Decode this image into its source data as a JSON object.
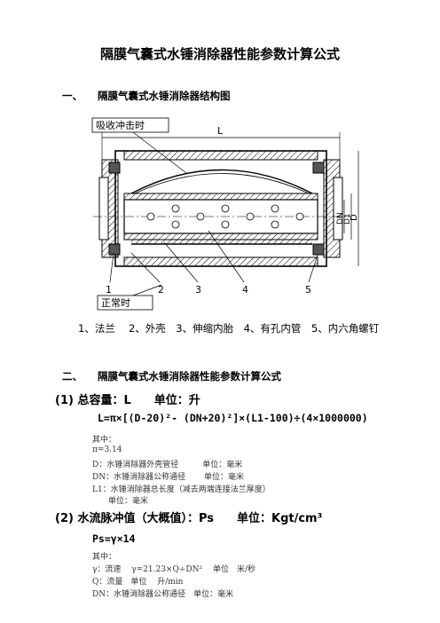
{
  "title": "隔膜气囊式水锤消除器性能参数计算公式",
  "section1": {
    "number": "一、",
    "heading": "隔膜气囊式水锤消除器结构图"
  },
  "diagram": {
    "label_absorb": "吸收冲击时",
    "label_normal": "正常时",
    "label_L": "L",
    "label_DN": "DN",
    "label_D1": "D1",
    "label_D": "D",
    "callouts": [
      "1",
      "2",
      "3",
      "4",
      "5"
    ]
  },
  "parts_caption": "1、法兰　 2、外壳　3、伸缩内胎　4、有孔内管　5、内六角螺钉",
  "section2": {
    "number": "二、",
    "heading": "隔膜气囊式水锤消除器性能参数计算公式"
  },
  "item1": {
    "heading": "(1) 总容量：L　　单位：升",
    "formula": "L=π×[(D-20)²- (DN+20)²]×(L1-100)÷(4×1000000)",
    "where": "其中：",
    "lines": [
      "π=3.14",
      "D：水锤消除器外壳管径　　　单位：毫米",
      "DN：水锤消除器公称通径　　 单位：毫米",
      "L1：水锤消除器总长度（减去两端连接法兰厚度）",
      "　　单位：毫米"
    ]
  },
  "item2": {
    "heading": "(2) 水流脉冲值（大概值）：Ps　　单位：Kgt/cm³",
    "formula": "Ps=γ×14",
    "where": "其中：",
    "lines": [
      "γ：流速　 γ=21.23×Q÷DN²　 单位　米/秒",
      "Q：流量　单位　 升/min",
      "DN：水锤消除器公称通径　单位：毫米"
    ]
  }
}
